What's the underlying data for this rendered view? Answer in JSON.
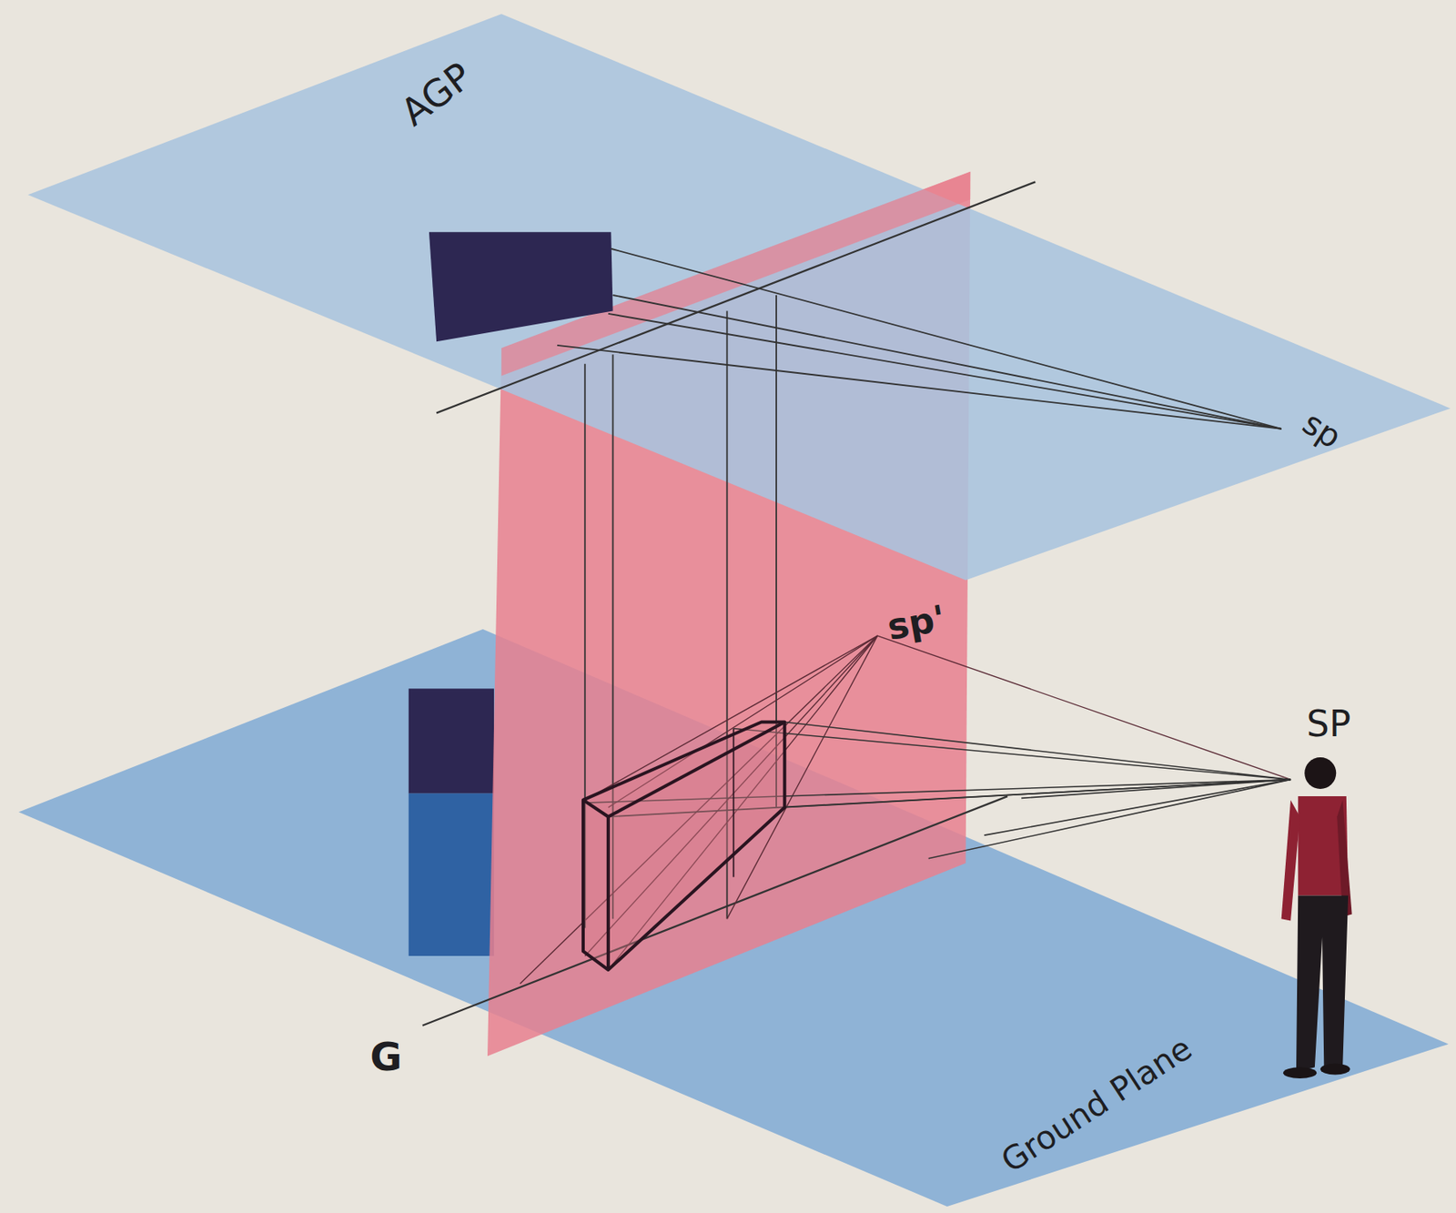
{
  "diagram": {
    "labels": [
      "AGP",
      "sp",
      "sp'",
      "SP",
      "G",
      "Ground Plane"
    ]
  }
}
